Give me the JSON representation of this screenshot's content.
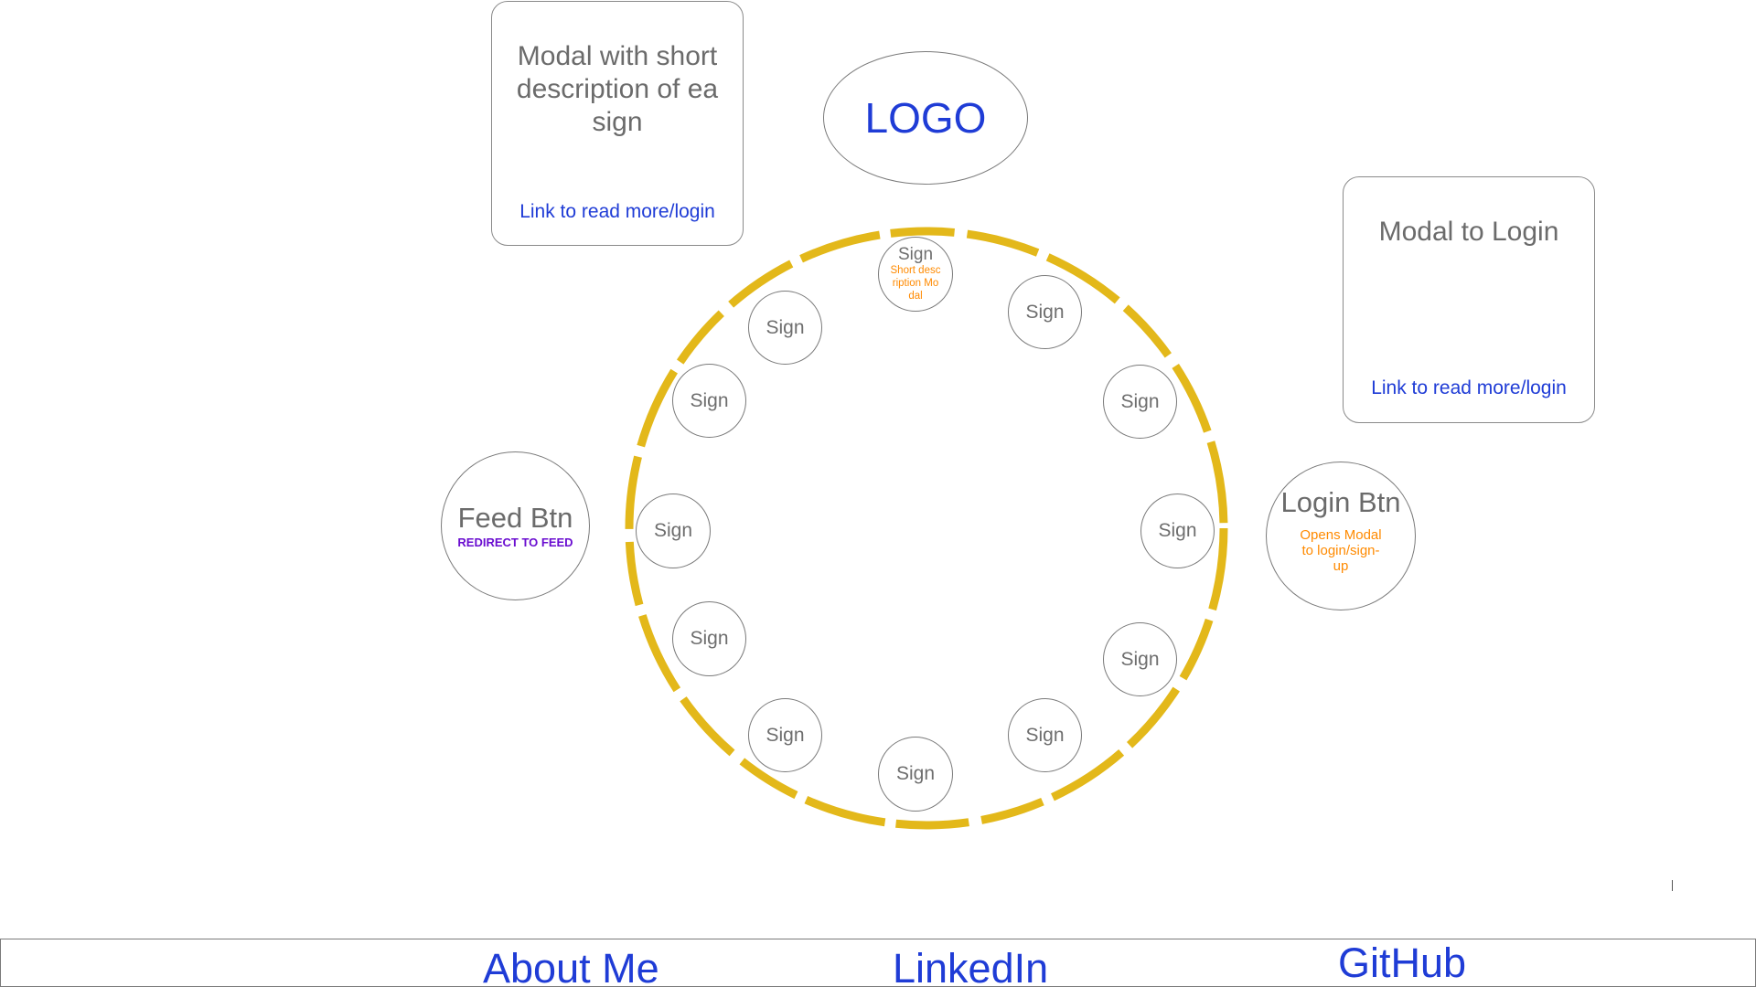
{
  "logo": {
    "text": "LOGO"
  },
  "sign_modal": {
    "title": "Modal with short description of ea sign",
    "link": "Link to read more/login"
  },
  "login_modal": {
    "title": "Modal to Login",
    "link": "Link to read more/login"
  },
  "feed_button": {
    "label": "Feed Btn",
    "note": "REDIRECT TO FEED"
  },
  "login_button": {
    "label": "Login Btn",
    "note": "Opens Modal to login/sign-up"
  },
  "signs": {
    "top": {
      "label": "Sign",
      "note": "Short description Modal"
    },
    "label": "Sign"
  },
  "footer": {
    "about": "About Me",
    "linkedin": "LinkedIn",
    "github": "GitHub"
  },
  "colors": {
    "ring": "#e3b81a",
    "link": "#1f3cd6",
    "note_orange": "#ff8a00",
    "note_purple": "#6a0dd0"
  }
}
